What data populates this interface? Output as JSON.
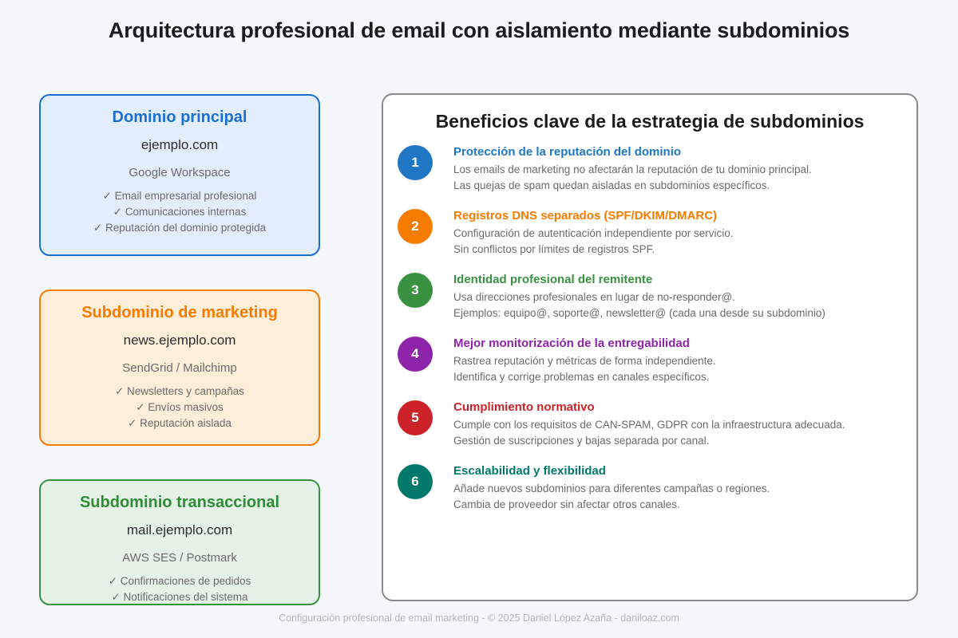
{
  "page": {
    "title": "Arquitectura profesional de email con aislamiento mediante subdominios",
    "background_color": "#f6f7fa",
    "footer": "Configuración profesional de email marketing - © 2025 Daniel López Azaña - daniloaz.com"
  },
  "domain_cards": [
    {
      "title": "Dominio principal",
      "domain": "ejemplo.com",
      "provider": "Google Workspace",
      "accent_color": "#1b6fd4",
      "background_color": "#e3eefc",
      "features": [
        "✓ Email empresarial profesional",
        "✓ Comunicaciones internas",
        "✓ Reputación del dominio protegida"
      ]
    },
    {
      "title": "Subdominio de marketing",
      "domain": "news.ejemplo.com",
      "provider": "SendGrid / Mailchimp",
      "accent_color": "#f57c00",
      "background_color": "#fdeeda",
      "features": [
        "✓ Newsletters y campañas",
        "✓ Envíos masivos",
        "✓ Reputación aislada"
      ]
    },
    {
      "title": "Subdominio transaccional",
      "domain": "mail.ejemplo.com",
      "provider": "AWS SES / Postmark",
      "accent_color": "#3a9142",
      "background_color": "#e5f3e6",
      "features": [
        "✓ Confirmaciones de pedidos",
        "✓ Notificaciones del sistema"
      ]
    }
  ],
  "benefits_panel": {
    "heading": "Beneficios clave de la estrategia de subdominios",
    "items": [
      {
        "number": "1",
        "color": "#1f77c4",
        "title": "Protección de la reputación del dominio",
        "line1": "Los emails de marketing no afectarán la reputación de tu dominio principal.",
        "line2": "Las quejas de spam quedan aisladas en subdominios específicos."
      },
      {
        "number": "2",
        "color": "#f57c00",
        "title": "Registros DNS separados (SPF/DKIM/DMARC)",
        "line1": "Configuración de autenticación independiente por servicio.",
        "line2": "Sin conflictos por límites de registros SPF."
      },
      {
        "number": "3",
        "color": "#3a9142",
        "title": "Identidad profesional del remitente",
        "line1": "Usa direcciones profesionales en lugar de no-responder@.",
        "line2": "Ejemplos: equipo@, soporte@, newsletter@ (cada una desde su subdominio)"
      },
      {
        "number": "4",
        "color": "#8e24aa",
        "title": "Mejor monitorización de la entregabilidad",
        "line1": "Rastrea reputación y métricas de forma independiente.",
        "line2": "Identifica y corrige problemas en canales específicos."
      },
      {
        "number": "5",
        "color": "#cc2229",
        "title": "Cumplimiento normativo",
        "line1": "Cumple con los requisitos de CAN-SPAM, GDPR con la infraestructura adecuada.",
        "line2": "Gestión de suscripciones y bajas separada por canal."
      },
      {
        "number": "6",
        "color": "#00796b",
        "title": "Escalabilidad y flexibilidad",
        "line1": "Añade nuevos subdominios para diferentes campañas o regiones.",
        "line2": "Cambia de proveedor sin afectar otros canales."
      }
    ]
  }
}
